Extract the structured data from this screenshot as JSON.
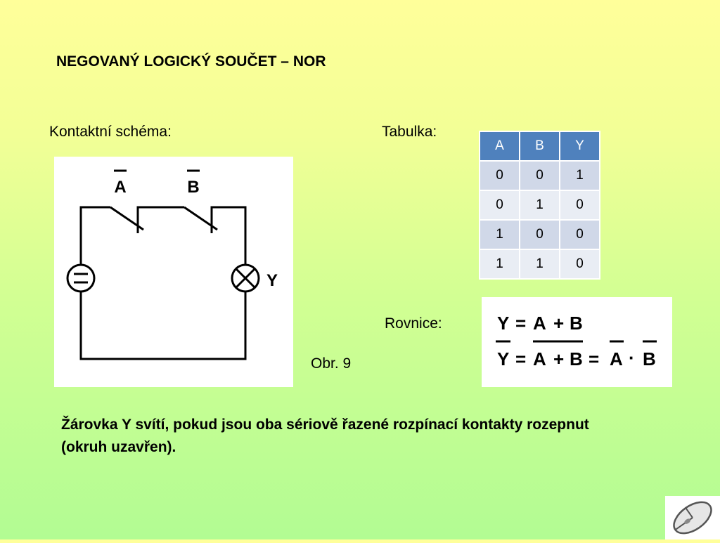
{
  "slide": {
    "title": "NEGOVANÝ LOGICKÝ SOUČET – NOR",
    "schema_label": "Kontaktní schéma:",
    "table_label": "Tabulka:",
    "equation_label": "Rovnice:",
    "figure_caption": "Obr. 9",
    "conclusion": "Žárovka Y svítí, pokud jsou oba sériově řazené rozpínací kontakty rozepnut (okruh uzavřen)."
  },
  "circuit": {
    "contact_a": "A",
    "contact_b": "B",
    "lamp": "Y",
    "source_symbol": "="
  },
  "truth_table": {
    "headers": [
      "A",
      "B",
      "Y"
    ],
    "rows": [
      [
        "0",
        "0",
        "1"
      ],
      [
        "0",
        "1",
        "0"
      ],
      [
        "1",
        "0",
        "0"
      ],
      [
        "1",
        "1",
        "0"
      ]
    ],
    "colors": {
      "header": "#4f81bd",
      "row_dark": "#d0d8e8",
      "row_light": "#e9edf4"
    }
  },
  "equations": {
    "line1": {
      "lhs": "Y",
      "eq": "=",
      "a": "A",
      "plus": "+",
      "b": "B"
    },
    "line2": {
      "lhs": "Y",
      "eq": "=",
      "a": "A",
      "plus": "+",
      "b": "B",
      "eq2": "=",
      "na": "A",
      "dot": "·",
      "nb": "B"
    }
  },
  "corner": {
    "icon": "mouse-icon"
  }
}
